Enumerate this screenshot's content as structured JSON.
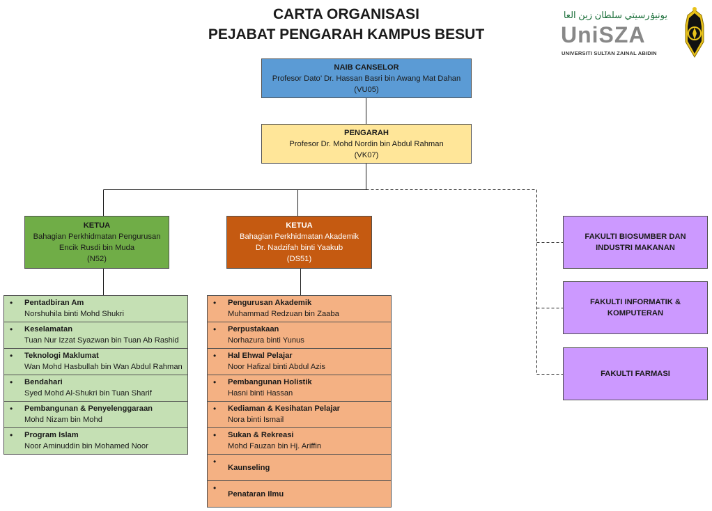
{
  "header": {
    "title_line1": "CARTA ORGANISASI",
    "title_line2": "PEJABAT PENGARAH KAMPUS BESUT"
  },
  "logo": {
    "wordmark": "UniSZA",
    "subtitle": "UNIVERSITI SULTAN ZAINAL ABIDIN",
    "arabic_text": "يونيۏرسيتي سلطان زين العابدين",
    "crest_icon": "crest-icon",
    "accent_color": "#1b6f3a"
  },
  "naib_canselor": {
    "head": "NAIB CANSELOR",
    "name": "Profesor Dato’ Dr. Hassan Basri bin Awang Mat Dahan",
    "code": "(VU05)",
    "color": "#5b9bd5"
  },
  "pengarah": {
    "head": "PENGARAH",
    "name": "Profesor Dr. Mohd Nordin bin Abdul Rahman",
    "code": "(VK07)",
    "color": "#ffe699"
  },
  "ketua_pengurusan": {
    "head": "KETUA",
    "unit": "Bahagian Perkhidmatan Pengurusan",
    "name": "Encik Rusdi bin Muda",
    "code": "(N52)",
    "color": "#70ad47"
  },
  "ketua_akademik": {
    "head": "KETUA",
    "unit": "Bahagian Perkhidmatan Akademik",
    "name": "Dr. Nadzifah binti Yaakub",
    "code": "(DS51)",
    "color": "#c55a11"
  },
  "pengurusan_units": [
    {
      "title": "Pentadbiran Am",
      "name": "Norshuhila binti Mohd Shukri"
    },
    {
      "title": "Keselamatan",
      "name": "Tuan Nur Izzat Syazwan bin Tuan Ab Rashid"
    },
    {
      "title": "Teknologi Maklumat",
      "name": "Wan Mohd Hasbullah bin Wan Abdul Rahman"
    },
    {
      "title": "Bendahari",
      "name": "Syed Mohd Al-Shukri bin Tuan Sharif"
    },
    {
      "title": "Pembangunan & Penyelenggaraan",
      "name": "Mohd Nizam bin Mohd"
    },
    {
      "title": "Program Islam",
      "name": "Noor Aminuddin bin Mohamed Noor"
    }
  ],
  "akademik_units": [
    {
      "title": "Pengurusan Akademik",
      "name": "Muhammad Redzuan bin Zaaba"
    },
    {
      "title": "Perpustakaan",
      "name": "Norhazura binti Yunus"
    },
    {
      "title": "Hal Ehwal Pelajar",
      "name": "Noor Hafizal binti Abdul Azis"
    },
    {
      "title": "Pembangunan Holistik",
      "name": "Hasni binti Hassan"
    },
    {
      "title": "Kediaman & Kesihatan Pelajar",
      "name": "Nora binti Ismail"
    },
    {
      "title": "Sukan & Rekreasi",
      "name": "Mohd Fauzan bin Hj. Ariffin"
    },
    {
      "title": "Kaunseling",
      "name": ""
    },
    {
      "title": "Penataran Ilmu",
      "name": ""
    }
  ],
  "faculties": [
    {
      "label": "FAKULTI BIOSUMBER DAN INDUSTRI MAKANAN"
    },
    {
      "label": "FAKULTI INFORMATIK & KOMPUTERAN"
    },
    {
      "label": "FAKULTI FARMASI"
    }
  ],
  "colors": {
    "pengurusan_list": "#c5e0b4",
    "akademik_list": "#f4b183",
    "faculty": "#cc99ff"
  }
}
